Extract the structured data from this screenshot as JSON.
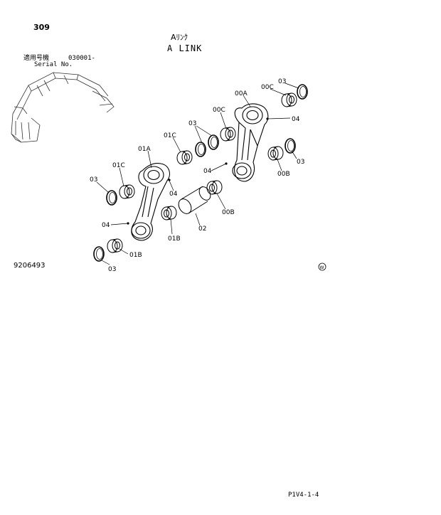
{
  "page": {
    "number": "309",
    "title_jp": "Aﾘﾝｸ",
    "title_en": "A LINK",
    "serial_label_jp": "適用号機",
    "serial_value": "030001-",
    "serial_label_en": "Serial No.",
    "illustration_number": "9206493",
    "page_code": "P1V4-1-4"
  },
  "callouts": {
    "c_03_top_right": "03",
    "c_00c_top": "00C",
    "c_00a": "00A",
    "c_04_right_top": "04",
    "c_00c_mid": "00C",
    "c_03_mid": "03",
    "c_01c_upper": "01C",
    "c_01a": "01A",
    "c_01c_left": "01C",
    "c_03_left": "03",
    "c_04_mid": "04",
    "c_04_upper_mid": "04",
    "c_03_right_low": "03",
    "c_00b_right": "00B",
    "c_00b_low": "00B",
    "c_02": "02",
    "c_04_left": "04",
    "c_01b_mid": "01B",
    "c_01b_low": "01B",
    "c_03_bottom": "03",
    "symbol_w": "W"
  }
}
